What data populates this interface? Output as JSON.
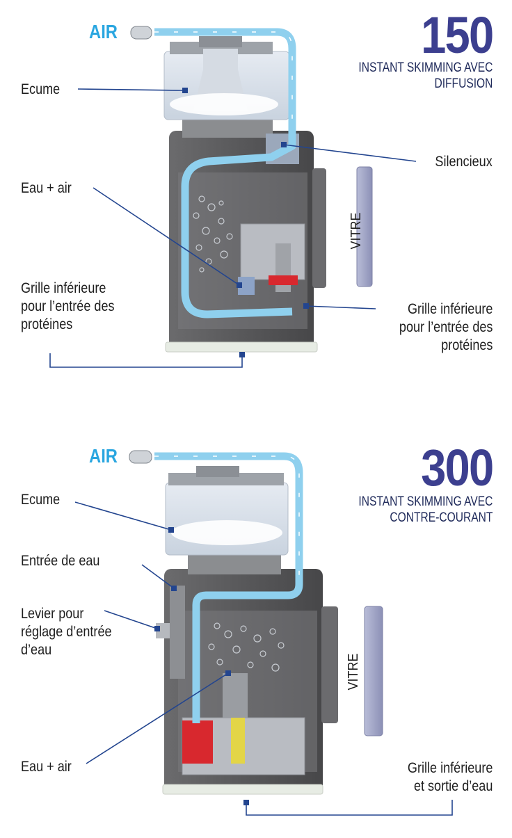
{
  "top": {
    "model": "150",
    "subtitle": "INSTANT SKIMMING AVEC\nDIFFUSION",
    "air_label": "AIR",
    "vitre_label": "VITRE",
    "labels": {
      "ecume": "Ecume",
      "silencieux": "Silencieux",
      "eau_air": "Eau + air",
      "grille_left": "Grille inférieure\npour l’entrée des\nprotéines",
      "grille_right": "Grille inférieure\npour l’entrée des\nprotéines"
    }
  },
  "bottom": {
    "model": "300",
    "subtitle": "INSTANT SKIMMING AVEC\nCONTRE-COURANT",
    "air_label": "AIR",
    "vitre_label": "VITRE",
    "labels": {
      "ecume": "Ecume",
      "entree_eau": "Entrée de eau",
      "levier": "Levier pour\nréglage d’entrée\nd’eau",
      "eau_air": "Eau + air",
      "grille_sortie": "Grille inférieure\net sortie d’eau"
    }
  },
  "colors": {
    "model_text": "#3c3f8f",
    "air_text": "#2aa6e0",
    "air_flow": "#8fd0ee",
    "leader_line": "#23458f",
    "body_dark": "#5a5a5c",
    "accent_red": "#d8282e",
    "accent_yellow": "#e8d73a"
  }
}
